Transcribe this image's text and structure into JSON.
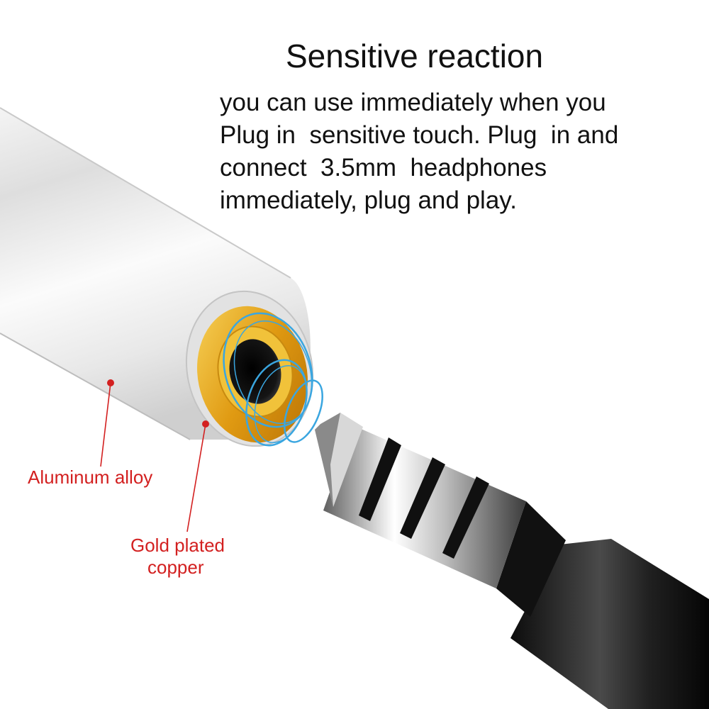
{
  "header": {
    "title": "Sensitive reaction"
  },
  "description": {
    "lines": [
      "you can use immediately when you",
      "Plug in  sensitive touch. Plug  in and",
      "connect  3.5mm  headphones",
      "immediately, plug and play."
    ]
  },
  "callouts": {
    "aluminum": "Aluminum alloy",
    "gold_line1": "Gold plated",
    "gold_line2": "copper"
  },
  "colors": {
    "callout": "#d32020",
    "gold": "#e3a514",
    "signal_waves": "#3aa6e0",
    "cable": "#1a1a1a"
  },
  "icons": {
    "signal": "signal-wave-icon"
  }
}
